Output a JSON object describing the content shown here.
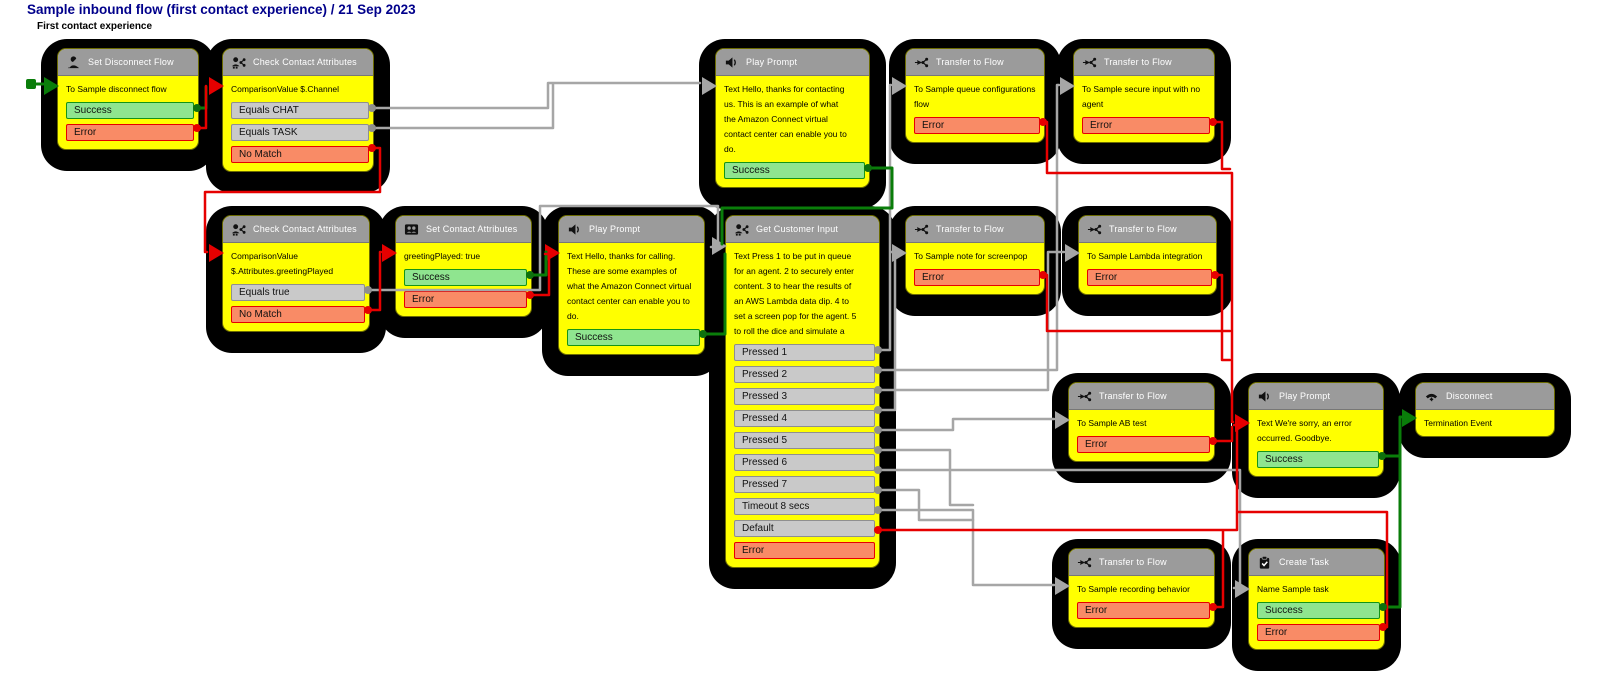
{
  "page": {
    "title": "Sample inbound flow (first contact experience) / 21 Sep 2023",
    "subtitle": "First contact experience"
  },
  "colors": {
    "title_text": "#00008b",
    "node_header": "#9b9b9b",
    "node_body": "#ffff00",
    "success_pill": "#8fe58f",
    "error_pill": "#f98b66",
    "neutral_pill": "#c9c9c9",
    "wire_gray": "#a6a6a6",
    "wire_red": "#e60000",
    "wire_green": "#0a7d0a"
  },
  "nodes": [
    {
      "id": "n1",
      "title": "Set Disconnect Flow",
      "icon": "user-slash-icon",
      "body": [
        "To Sample disconnect flow"
      ],
      "branches": [
        {
          "label": "Success",
          "kind": "success"
        },
        {
          "label": "Error",
          "kind": "error"
        }
      ]
    },
    {
      "id": "n2",
      "title": "Check Contact Attributes",
      "icon": "user-branch-icon",
      "body": [
        "ComparisonValue $.Channel"
      ],
      "branches": [
        {
          "label": "Equals CHAT",
          "kind": "neutral"
        },
        {
          "label": "Equals TASK",
          "kind": "neutral"
        },
        {
          "label": "No Match",
          "kind": "error"
        }
      ]
    },
    {
      "id": "n3",
      "title": "Play Prompt",
      "icon": "speaker-icon",
      "body": [
        "Text Hello, thanks for contacting",
        "us. This is an example of what",
        "the Amazon Connect virtual",
        "contact center can enable you to",
        "do."
      ],
      "branches": [
        {
          "label": "Success",
          "kind": "success"
        }
      ]
    },
    {
      "id": "n4",
      "title": "Transfer to Flow",
      "icon": "transfer-icon",
      "body": [
        "To Sample queue configurations",
        "flow"
      ],
      "branches": [
        {
          "label": "Error",
          "kind": "error"
        }
      ]
    },
    {
      "id": "n5",
      "title": "Transfer to Flow",
      "icon": "transfer-icon",
      "body": [
        "To Sample secure input with no",
        "agent"
      ],
      "branches": [
        {
          "label": "Error",
          "kind": "error"
        }
      ]
    },
    {
      "id": "n6",
      "title": "Check Contact Attributes",
      "icon": "user-branch-icon",
      "body": [
        "ComparisonValue",
        "$.Attributes.greetingPlayed"
      ],
      "branches": [
        {
          "label": "Equals true",
          "kind": "neutral"
        },
        {
          "label": "No Match",
          "kind": "error"
        }
      ]
    },
    {
      "id": "n7",
      "title": "Set Contact Attributes",
      "icon": "users-badge-icon",
      "body": [
        "greetingPlayed: true"
      ],
      "branches": [
        {
          "label": "Success",
          "kind": "success"
        },
        {
          "label": "Error",
          "kind": "error"
        }
      ]
    },
    {
      "id": "n8",
      "title": "Play Prompt",
      "icon": "speaker-icon",
      "body": [
        "Text Hello, thanks for calling.",
        "These are some examples of",
        "what the Amazon Connect virtual",
        "contact center can enable you to",
        "do."
      ],
      "branches": [
        {
          "label": "Success",
          "kind": "success"
        }
      ]
    },
    {
      "id": "n9",
      "title": "Get Customer Input",
      "icon": "user-branch-icon",
      "body": [
        "Text Press 1 to be put in queue",
        "for an agent. 2 to securely enter",
        "content. 3 to hear the results of",
        "an AWS Lambda data dip. 4 to",
        "set a screen pop for the agent. 5",
        "to roll the dice and simulate a"
      ],
      "branches": [
        {
          "label": "Pressed 1",
          "kind": "neutral"
        },
        {
          "label": "Pressed 2",
          "kind": "neutral"
        },
        {
          "label": "Pressed 3",
          "kind": "neutral"
        },
        {
          "label": "Pressed 4",
          "kind": "neutral"
        },
        {
          "label": "Pressed 5",
          "kind": "neutral"
        },
        {
          "label": "Pressed 6",
          "kind": "neutral"
        },
        {
          "label": "Pressed 7",
          "kind": "neutral"
        },
        {
          "label": "Timeout 8 secs",
          "kind": "neutral"
        },
        {
          "label": "Default",
          "kind": "neutral"
        },
        {
          "label": "Error",
          "kind": "error"
        }
      ]
    },
    {
      "id": "n10",
      "title": "Transfer to Flow",
      "icon": "transfer-icon",
      "body": [
        "To Sample note for screenpop"
      ],
      "branches": [
        {
          "label": "Error",
          "kind": "error"
        }
      ]
    },
    {
      "id": "n11",
      "title": "Transfer to Flow",
      "icon": "transfer-icon",
      "body": [
        "To Sample Lambda integration"
      ],
      "branches": [
        {
          "label": "Error",
          "kind": "error"
        }
      ]
    },
    {
      "id": "n12",
      "title": "Transfer to Flow",
      "icon": "transfer-icon",
      "body": [
        "To Sample AB test"
      ],
      "branches": [
        {
          "label": "Error",
          "kind": "error"
        }
      ]
    },
    {
      "id": "n13",
      "title": "Play Prompt",
      "icon": "speaker-icon",
      "body": [
        "Text We're sorry, an error",
        "occurred. Goodbye."
      ],
      "branches": [
        {
          "label": "Success",
          "kind": "success"
        }
      ]
    },
    {
      "id": "n14",
      "title": "Disconnect",
      "icon": "phone-down-icon",
      "body": [
        "Termination Event"
      ],
      "branches": []
    },
    {
      "id": "n15",
      "title": "Transfer to Flow",
      "icon": "transfer-icon",
      "body": [
        "To Sample recording behavior"
      ],
      "branches": [
        {
          "label": "Error",
          "kind": "error"
        }
      ]
    },
    {
      "id": "n16",
      "title": "Create Task",
      "icon": "clipboard-check-icon",
      "body": [
        "Name Sample task"
      ],
      "branches": [
        {
          "label": "Success",
          "kind": "success"
        },
        {
          "label": "Error",
          "kind": "error"
        }
      ]
    }
  ]
}
